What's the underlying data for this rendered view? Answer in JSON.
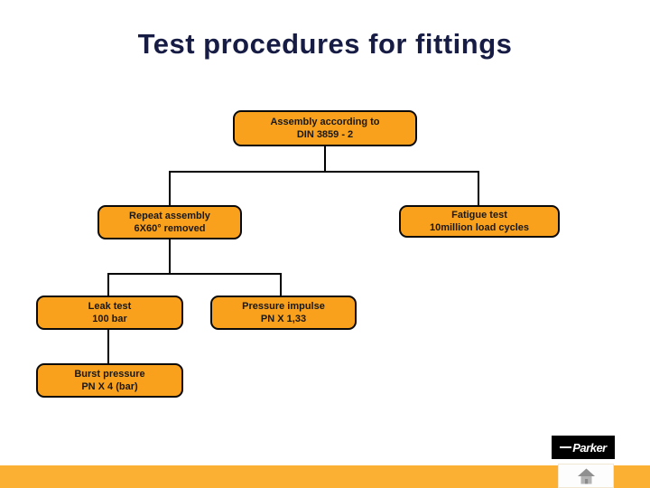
{
  "slide": {
    "title": "Test procedures for fittings"
  },
  "flowchart": {
    "nodes": [
      {
        "id": "assembly",
        "line1": "Assembly according to",
        "line2": "DIN 3859 - 2"
      },
      {
        "id": "repeat",
        "line1": "Repeat assembly",
        "line2": "6X60° removed"
      },
      {
        "id": "fatigue",
        "line1": "Fatigue test",
        "line2": "10million load cycles"
      },
      {
        "id": "leak",
        "line1": "Leak test",
        "line2": "100 bar"
      },
      {
        "id": "impulse",
        "line1": "Pressure impulse",
        "line2": "PN X 1,33"
      },
      {
        "id": "burst",
        "line1": "Burst pressure",
        "line2": "PN X 4 (bar)"
      }
    ],
    "edges": [
      "assembly->repeat",
      "assembly->fatigue",
      "repeat->leak",
      "repeat->impulse",
      "leak->burst"
    ]
  },
  "footer": {
    "logo_text": "Parker"
  },
  "colors": {
    "title_color": "#171c44",
    "node_fill": "#f9a11c",
    "node_border": "#0a0a0a",
    "node_text": "#181818",
    "connector": "#000000",
    "footer_bar": "#fbb034",
    "logo_bg": "#000000",
    "logo_text_color": "#ffffff"
  }
}
